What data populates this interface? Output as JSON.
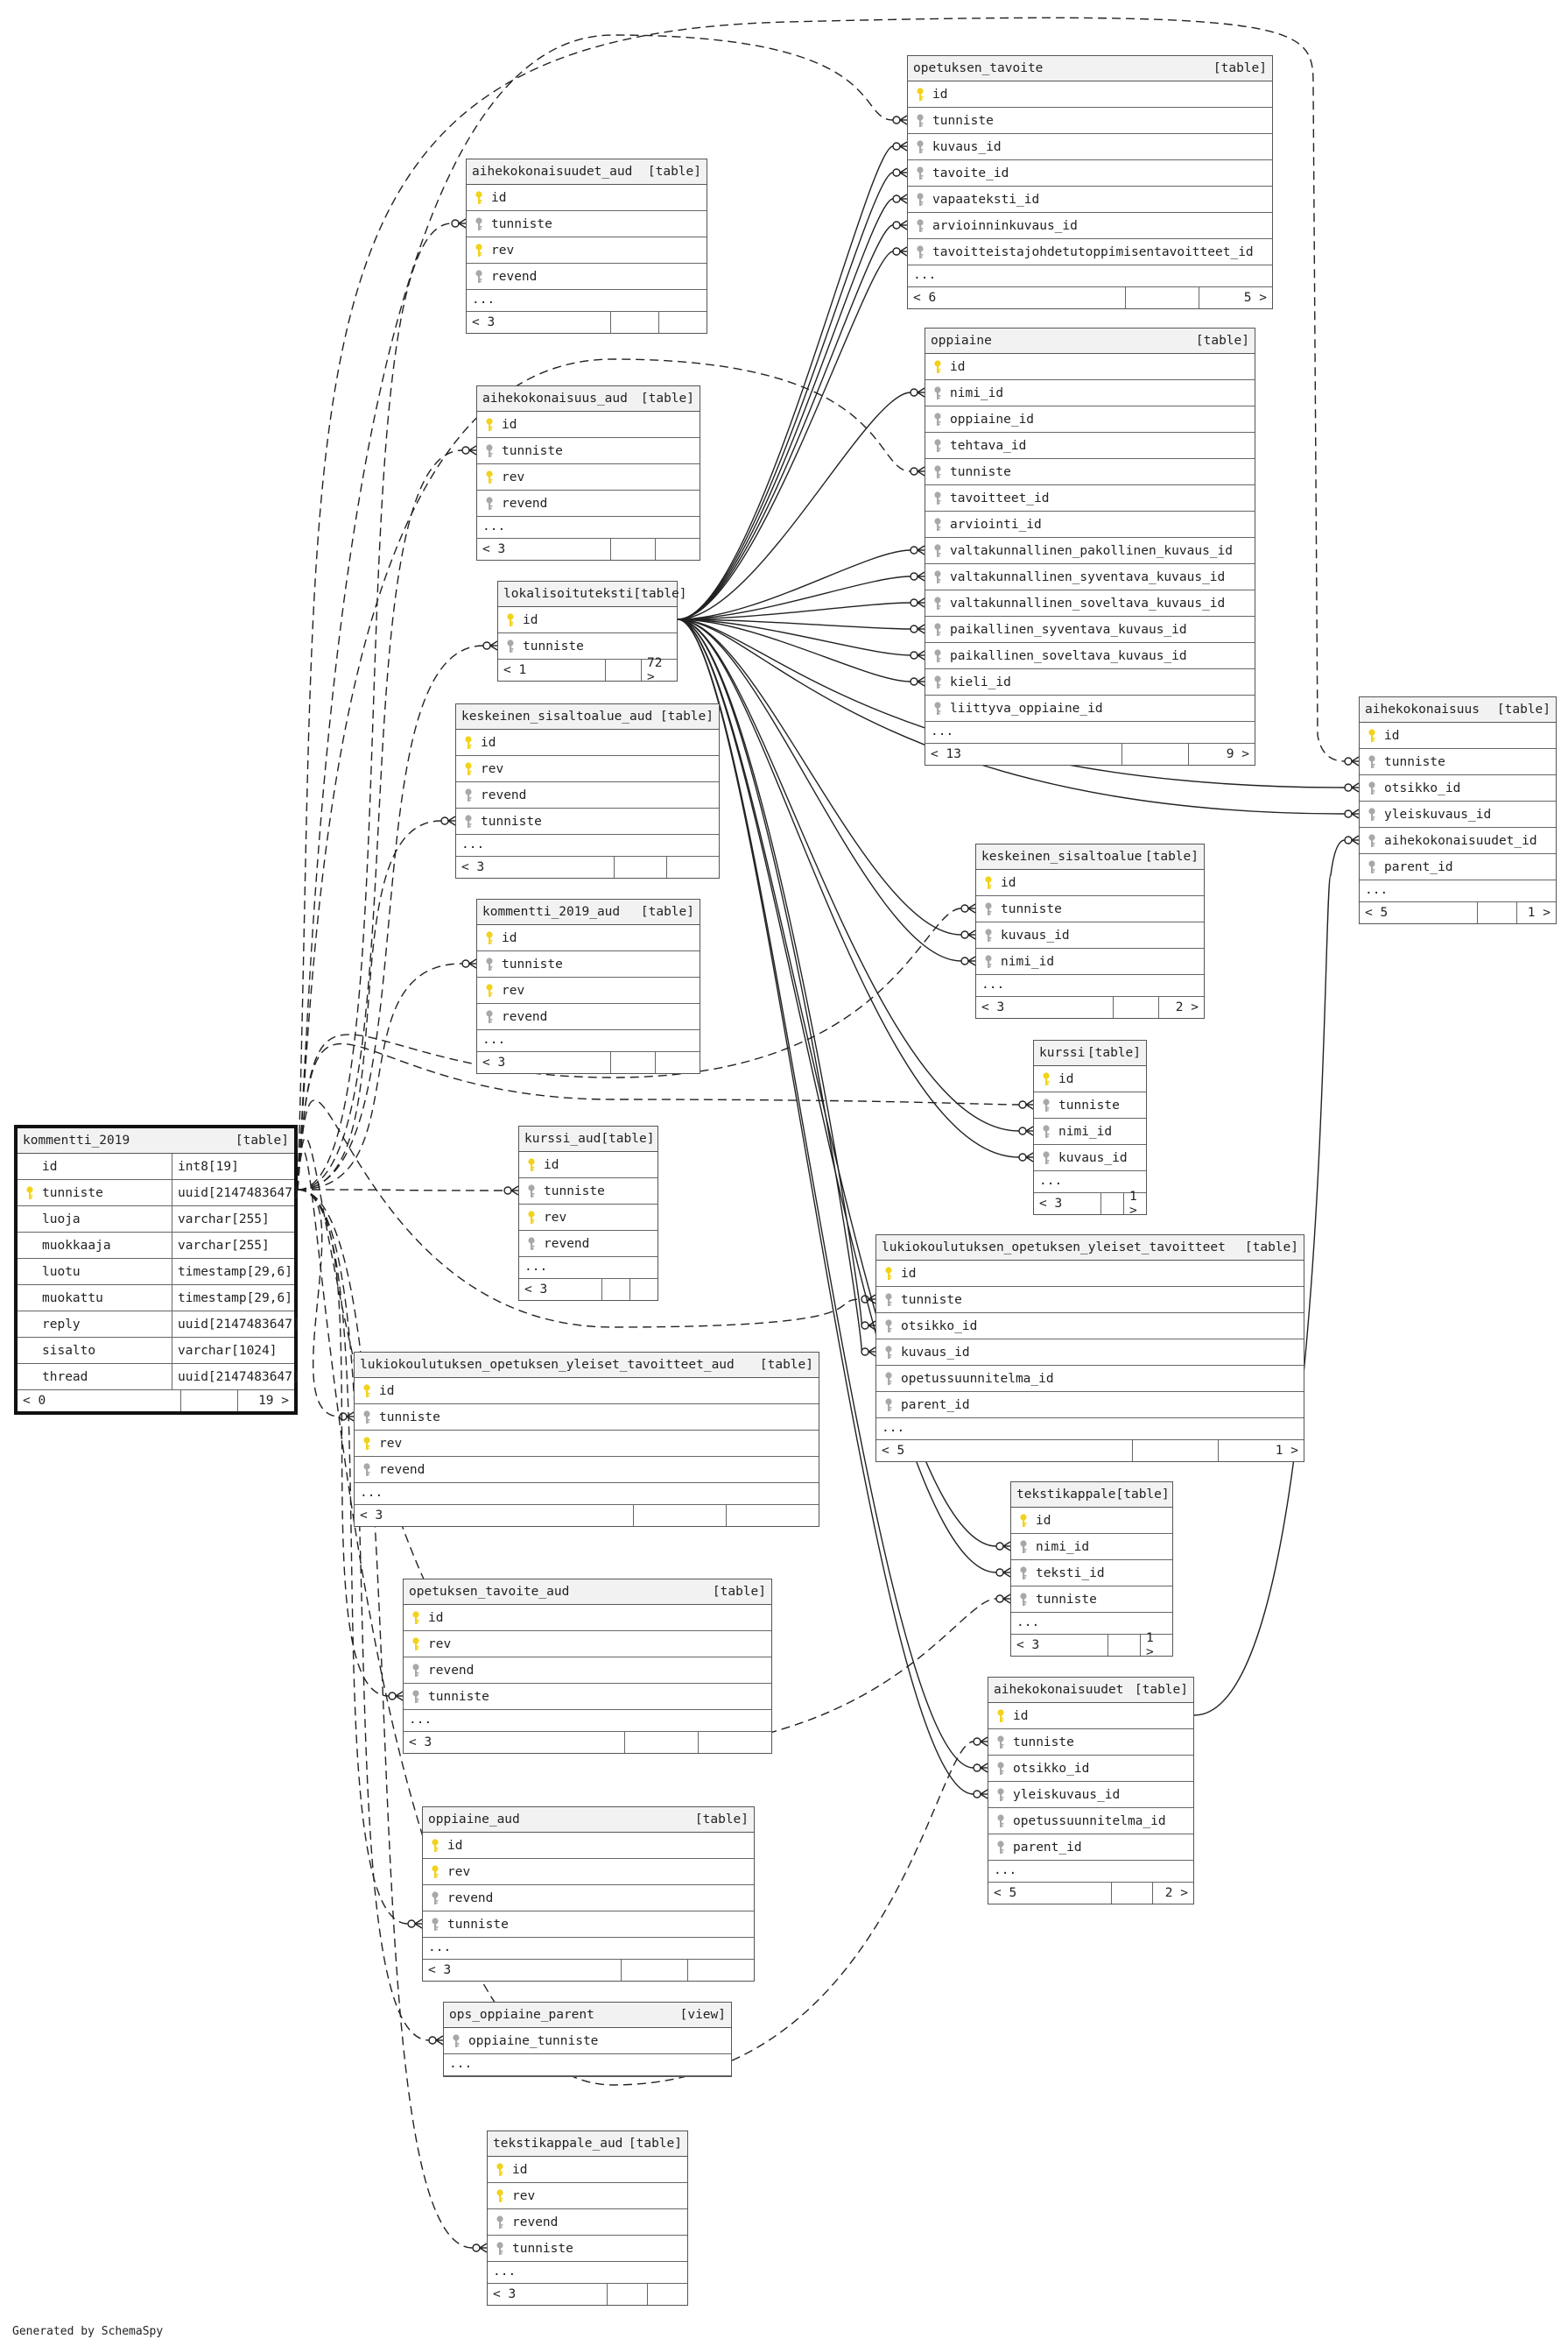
{
  "credit": "Generated by SchemaSpy",
  "colors": {
    "primary_key": "#f2d21a",
    "foreign_key": "#a8a8a8",
    "border": "#555555",
    "header_bg": "#f2f2f2"
  },
  "tables": [
    {
      "name": "kommentti_2019",
      "kind": "[table]",
      "focus": true,
      "columns": [
        {
          "name": "id",
          "type": "int8[19]",
          "key": "none"
        },
        {
          "name": "tunniste",
          "type": "uuid[2147483647]",
          "key": "pk"
        },
        {
          "name": "luoja",
          "type": "varchar[255]",
          "key": "none"
        },
        {
          "name": "muokkaaja",
          "type": "varchar[255]",
          "key": "none"
        },
        {
          "name": "luotu",
          "type": "timestamp[29,6]",
          "key": "none"
        },
        {
          "name": "muokattu",
          "type": "timestamp[29,6]",
          "key": "none"
        },
        {
          "name": "reply",
          "type": "uuid[2147483647]",
          "key": "none"
        },
        {
          "name": "sisalto",
          "type": "varchar[1024]",
          "key": "none"
        },
        {
          "name": "thread",
          "type": "uuid[2147483647]",
          "key": "none"
        }
      ],
      "ellipsis": false,
      "footer": [
        "< 0",
        "",
        "19 >"
      ]
    },
    {
      "name": "opetuksen_tavoite",
      "kind": "[table]",
      "columns": [
        {
          "name": "id",
          "key": "pk"
        },
        {
          "name": "tunniste",
          "key": "fk"
        },
        {
          "name": "kuvaus_id",
          "key": "fk"
        },
        {
          "name": "tavoite_id",
          "key": "fk"
        },
        {
          "name": "vapaateksti_id",
          "key": "fk"
        },
        {
          "name": "arvioinninkuvaus_id",
          "key": "fk"
        },
        {
          "name": "tavoitteistajohdetutoppimisentavoitteet_id",
          "key": "fk"
        }
      ],
      "ellipsis": true,
      "footer": [
        "< 6",
        "",
        "5 >"
      ]
    },
    {
      "name": "aihekokonaisuudet_aud",
      "kind": "[table]",
      "columns": [
        {
          "name": "id",
          "key": "pk"
        },
        {
          "name": "tunniste",
          "key": "fk"
        },
        {
          "name": "rev",
          "key": "pk"
        },
        {
          "name": "revend",
          "key": "fk"
        }
      ],
      "ellipsis": true,
      "footer": [
        "< 3",
        "",
        ""
      ]
    },
    {
      "name": "oppiaine",
      "kind": "[table]",
      "columns": [
        {
          "name": "id",
          "key": "pk"
        },
        {
          "name": "nimi_id",
          "key": "fk"
        },
        {
          "name": "oppiaine_id",
          "key": "fk"
        },
        {
          "name": "tehtava_id",
          "key": "fk"
        },
        {
          "name": "tunniste",
          "key": "fk"
        },
        {
          "name": "tavoitteet_id",
          "key": "fk"
        },
        {
          "name": "arviointi_id",
          "key": "fk"
        },
        {
          "name": "valtakunnallinen_pakollinen_kuvaus_id",
          "key": "fk"
        },
        {
          "name": "valtakunnallinen_syventava_kuvaus_id",
          "key": "fk"
        },
        {
          "name": "valtakunnallinen_soveltava_kuvaus_id",
          "key": "fk"
        },
        {
          "name": "paikallinen_syventava_kuvaus_id",
          "key": "fk"
        },
        {
          "name": "paikallinen_soveltava_kuvaus_id",
          "key": "fk"
        },
        {
          "name": "kieli_id",
          "key": "fk"
        },
        {
          "name": "liittyva_oppiaine_id",
          "key": "fk"
        }
      ],
      "ellipsis": true,
      "footer": [
        "< 13",
        "",
        "9 >"
      ]
    },
    {
      "name": "aihekokonaisuus_aud",
      "kind": "[table]",
      "columns": [
        {
          "name": "id",
          "key": "pk"
        },
        {
          "name": "tunniste",
          "key": "fk"
        },
        {
          "name": "rev",
          "key": "pk"
        },
        {
          "name": "revend",
          "key": "fk"
        }
      ],
      "ellipsis": true,
      "footer": [
        "< 3",
        "",
        ""
      ]
    },
    {
      "name": "lokalisoituteksti",
      "kind": "[table]",
      "columns": [
        {
          "name": "id",
          "key": "pk"
        },
        {
          "name": "tunniste",
          "key": "fk"
        }
      ],
      "ellipsis": false,
      "footer": [
        "< 1",
        "",
        "72 >"
      ]
    },
    {
      "name": "aihekokonaisuus",
      "kind": "[table]",
      "columns": [
        {
          "name": "id",
          "key": "pk"
        },
        {
          "name": "tunniste",
          "key": "fk"
        },
        {
          "name": "otsikko_id",
          "key": "fk"
        },
        {
          "name": "yleiskuvaus_id",
          "key": "fk"
        },
        {
          "name": "aihekokonaisuudet_id",
          "key": "fk"
        },
        {
          "name": "parent_id",
          "key": "fk"
        }
      ],
      "ellipsis": true,
      "footer": [
        "< 5",
        "",
        "1 >"
      ]
    },
    {
      "name": "keskeinen_sisaltoalue_aud",
      "kind": "[table]",
      "columns": [
        {
          "name": "id",
          "key": "pk"
        },
        {
          "name": "rev",
          "key": "pk"
        },
        {
          "name": "revend",
          "key": "fk"
        },
        {
          "name": "tunniste",
          "key": "fk"
        }
      ],
      "ellipsis": true,
      "footer": [
        "< 3",
        "",
        ""
      ]
    },
    {
      "name": "keskeinen_sisaltoalue",
      "kind": "[table]",
      "columns": [
        {
          "name": "id",
          "key": "pk"
        },
        {
          "name": "tunniste",
          "key": "fk"
        },
        {
          "name": "kuvaus_id",
          "key": "fk"
        },
        {
          "name": "nimi_id",
          "key": "fk"
        }
      ],
      "ellipsis": true,
      "footer": [
        "< 3",
        "",
        "2 >"
      ]
    },
    {
      "name": "kommentti_2019_aud",
      "kind": "[table]",
      "columns": [
        {
          "name": "id",
          "key": "pk"
        },
        {
          "name": "tunniste",
          "key": "fk"
        },
        {
          "name": "rev",
          "key": "pk"
        },
        {
          "name": "revend",
          "key": "fk"
        }
      ],
      "ellipsis": true,
      "footer": [
        "< 3",
        "",
        ""
      ]
    },
    {
      "name": "kurssi",
      "kind": "[table]",
      "columns": [
        {
          "name": "id",
          "key": "pk"
        },
        {
          "name": "tunniste",
          "key": "fk"
        },
        {
          "name": "nimi_id",
          "key": "fk"
        },
        {
          "name": "kuvaus_id",
          "key": "fk"
        }
      ],
      "ellipsis": true,
      "footer": [
        "< 3",
        "",
        "1 >"
      ]
    },
    {
      "name": "kurssi_aud",
      "kind": "[table]",
      "columns": [
        {
          "name": "id",
          "key": "pk"
        },
        {
          "name": "tunniste",
          "key": "fk"
        },
        {
          "name": "rev",
          "key": "pk"
        },
        {
          "name": "revend",
          "key": "fk"
        }
      ],
      "ellipsis": true,
      "footer": [
        "< 3",
        "",
        ""
      ]
    },
    {
      "name": "lukiokoulutuksen_opetuksen_yleiset_tavoitteet",
      "kind": "[table]",
      "columns": [
        {
          "name": "id",
          "key": "pk"
        },
        {
          "name": "tunniste",
          "key": "fk"
        },
        {
          "name": "otsikko_id",
          "key": "fk"
        },
        {
          "name": "kuvaus_id",
          "key": "fk"
        },
        {
          "name": "opetussuunnitelma_id",
          "key": "fk"
        },
        {
          "name": "parent_id",
          "key": "fk"
        }
      ],
      "ellipsis": true,
      "footer": [
        "< 5",
        "",
        "1 >"
      ]
    },
    {
      "name": "lukiokoulutuksen_opetuksen_yleiset_tavoitteet_aud",
      "kind": "[table]",
      "columns": [
        {
          "name": "id",
          "key": "pk"
        },
        {
          "name": "tunniste",
          "key": "fk"
        },
        {
          "name": "rev",
          "key": "pk"
        },
        {
          "name": "revend",
          "key": "fk"
        }
      ],
      "ellipsis": true,
      "footer": [
        "< 3",
        "",
        ""
      ]
    },
    {
      "name": "tekstikappale",
      "kind": "[table]",
      "columns": [
        {
          "name": "id",
          "key": "pk"
        },
        {
          "name": "nimi_id",
          "key": "fk"
        },
        {
          "name": "teksti_id",
          "key": "fk"
        },
        {
          "name": "tunniste",
          "key": "fk"
        }
      ],
      "ellipsis": true,
      "footer": [
        "< 3",
        "",
        "1 >"
      ]
    },
    {
      "name": "opetuksen_tavoite_aud",
      "kind": "[table]",
      "columns": [
        {
          "name": "id",
          "key": "pk"
        },
        {
          "name": "rev",
          "key": "pk"
        },
        {
          "name": "revend",
          "key": "fk"
        },
        {
          "name": "tunniste",
          "key": "fk"
        }
      ],
      "ellipsis": true,
      "footer": [
        "< 3",
        "",
        ""
      ]
    },
    {
      "name": "aihekokonaisuudet",
      "kind": "[table]",
      "columns": [
        {
          "name": "id",
          "key": "pk"
        },
        {
          "name": "tunniste",
          "key": "fk"
        },
        {
          "name": "otsikko_id",
          "key": "fk"
        },
        {
          "name": "yleiskuvaus_id",
          "key": "fk"
        },
        {
          "name": "opetussuunnitelma_id",
          "key": "fk"
        },
        {
          "name": "parent_id",
          "key": "fk"
        }
      ],
      "ellipsis": true,
      "footer": [
        "< 5",
        "",
        "2 >"
      ]
    },
    {
      "name": "oppiaine_aud",
      "kind": "[table]",
      "columns": [
        {
          "name": "id",
          "key": "pk"
        },
        {
          "name": "rev",
          "key": "pk"
        },
        {
          "name": "revend",
          "key": "fk"
        },
        {
          "name": "tunniste",
          "key": "fk"
        }
      ],
      "ellipsis": true,
      "footer": [
        "< 3",
        "",
        ""
      ]
    },
    {
      "name": "ops_oppiaine_parent",
      "kind": "[view]",
      "columns": [
        {
          "name": "oppiaine_tunniste",
          "key": "fk"
        }
      ],
      "ellipsis": true,
      "footer": null
    },
    {
      "name": "tekstikappale_aud",
      "kind": "[table]",
      "columns": [
        {
          "name": "id",
          "key": "pk"
        },
        {
          "name": "rev",
          "key": "pk"
        },
        {
          "name": "revend",
          "key": "fk"
        },
        {
          "name": "tunniste",
          "key": "fk"
        }
      ],
      "ellipsis": true,
      "footer": [
        "< 3",
        "",
        ""
      ]
    }
  ]
}
